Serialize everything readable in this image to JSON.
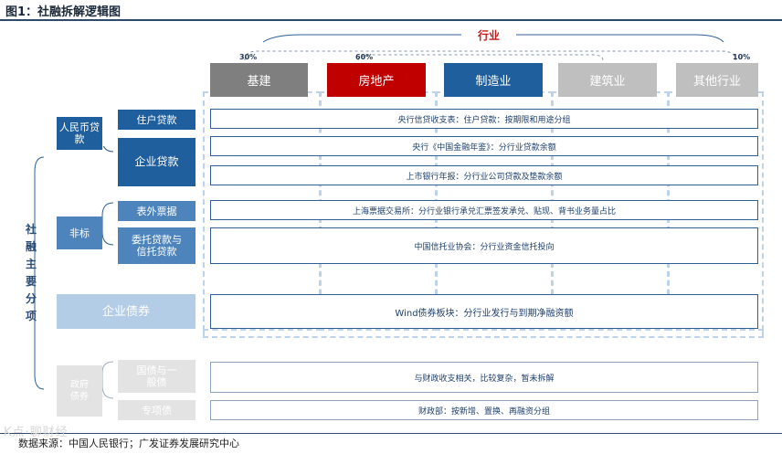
{
  "header": {
    "title": "图1：社融拆解逻辑图"
  },
  "top": {
    "industry_label": "行业",
    "pct_left": "30%",
    "pct_mid": "60%",
    "pct_right": "10%"
  },
  "industries": [
    {
      "label": "基建",
      "color": "#7f7f7f"
    },
    {
      "label": "房地产",
      "color": "#c00000"
    },
    {
      "label": "制造业",
      "color": "#1f5f9e"
    },
    {
      "label": "建筑业",
      "color": "#bfbfbf"
    },
    {
      "label": "其他行业",
      "color": "#bfbfbf"
    }
  ],
  "side_label": "社融主要分项",
  "categories": {
    "rmb_loans": "人民币贷款",
    "off_balance": "非标",
    "corp_bonds": "企业债券",
    "gov_bonds": "政府债券"
  },
  "subcategories": {
    "household_loans": "住户贷款",
    "corp_loans": "企业贷款",
    "undiscounted_bills": "表外票据",
    "entrusted_trust": "委托贷款与信托贷款",
    "national_general": "国债与一般债",
    "special_bonds": "专项债"
  },
  "sources": {
    "pboc_credit": "央行信贷收支表：住户贷款：按期限和用途分组",
    "pboc_yearbook": "央行《中国金融年鉴》：分行业贷款余额",
    "bank_reports": "上市银行年报：分行业公司贷款及垫款余额",
    "shcpe": "上海票据交易所：分行业银行承兑汇票签发承兑、贴现、背书业务量占比",
    "trust_assoc": "中国信托业协会：分行业资金信托投向",
    "wind": "Wind债券板块：分行业发行与到期净融资额",
    "fiscal": "与财政收支相关，比较复杂，暂未拆解",
    "mof": "财政部：按新增、置换、再融资分组"
  },
  "footer": {
    "source": "数据来源：中国人民银行；广发证券发展研究中心"
  },
  "watermark": "K点·聊财经",
  "colors": {
    "primary_blue": "#1f5f9e",
    "light_blue": "#bdd3ea",
    "red": "#c00000",
    "gray": "#7f7f7f",
    "light_gray": "#d9d9d9"
  }
}
